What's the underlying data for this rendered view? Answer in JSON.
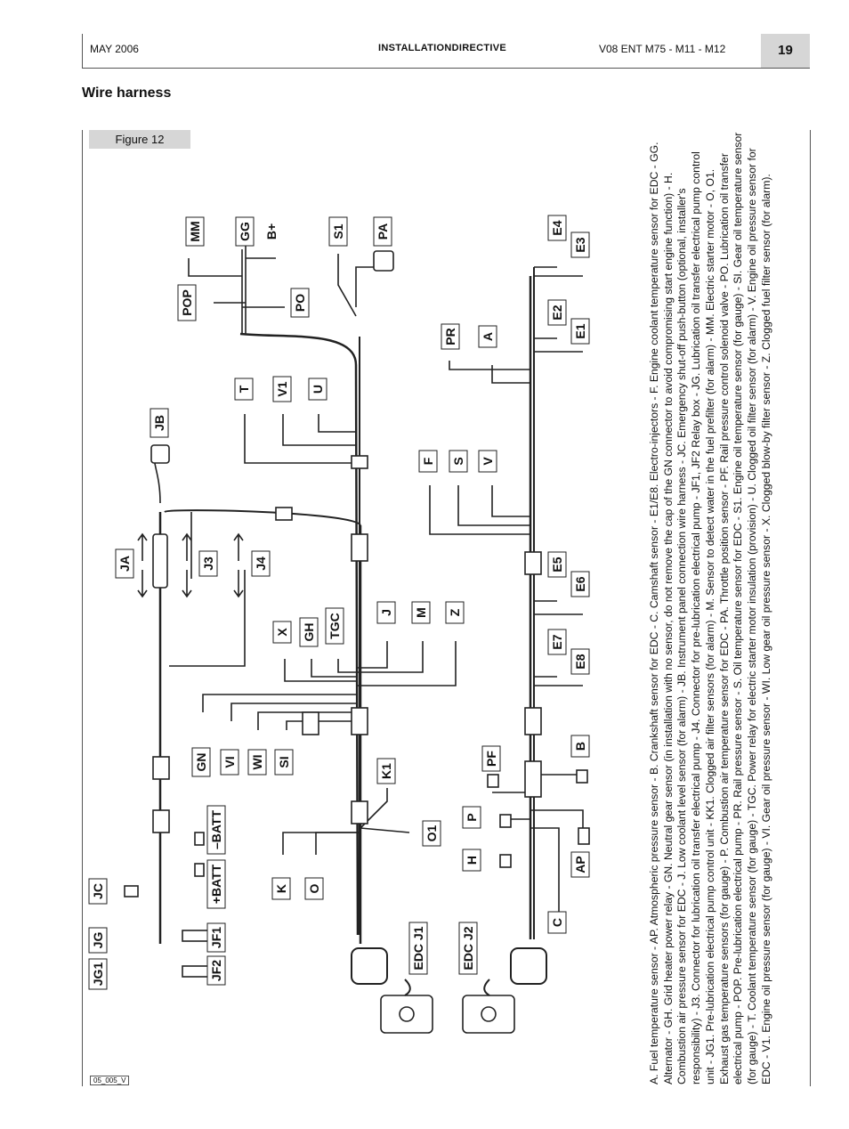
{
  "header": {
    "date": "MAY 2006",
    "title": "INSTALLATIONDIRECTIVE",
    "code": "V08 ENT M75 - M11 - M12",
    "page": "19"
  },
  "section_title": "Wire harness",
  "figure_label": "Figure 12",
  "figure_code": "05_005_V",
  "legend": "A. Fuel temperature sensor - AP. Atmospheric pressure sensor - B. Crankshaft sensor for EDC - C. Camshaft sensor - E1/E8. Electro-injectors - F. Engine coolant temperature sensor for EDC - GG. Alternator - GH. Grid heater power relay - GN. Neutral gear sensor (in installation with no sensor, do not remove the cap of the GN connector to avoid compromising start engine function) - H. Combustion air pressure sensor for EDC - J. Low coolant level sensor (for alarm) - JB. Instrument panel connection wire harness - JC. Emergency shut-off push-button (optional, installer's responsibility) - J3. Connector for lubrication oil transfer electrical pump - J4. Connector for pre-lubrication electrical pump - JF1, JF2 Relay box - JG. Lubrication oil transfer electrical pump control unit - JG1. Pre-lubrication electrical pump control unit - KK1. Clogged air filter sensors (for alarm) - M. Sensor to detect water in the fuel prefilter (for alarm) - MM. Electric starter motor - O, O1. Exhaust gas temperature sensors (for gauge) - P. Combustion air temperature sensor for EDC - PA. Throttle position sensor - PF. Rail pressure control solenoid valve - PO. Lubrication oil transfer electrical pump - POP. Pre-lubrication electrical pump - PR. Rail pressure sensor - S. Oil temperature sensor for EDC - S1. Engine oil temperature sensor (for gauge) - SI. Gear oil temperature sensor (for gauge) - T. Coolant temperature sensor (for gauge) - TGC. Power relay for electric starter motor insulation (provision) - U. Clogged oil filter sensor (for alarm) - V. Engine oil pressure sensor for EDC - V1. Engine oil pressure sensor (for gauge) - VI. Gear oil pressure sensor - WI. Low gear oil pressure sensor - X. Clogged blow-by filter sensor - Z. Clogged fuel filter sensor (for alarm).",
  "labels": {
    "MM": "MM",
    "GG": "GG",
    "Bplus": "B+",
    "S1": "S1",
    "PA": "PA",
    "POP": "POP",
    "PO": "PO",
    "JB": "JB",
    "T": "T",
    "V1": "V1",
    "U": "U",
    "E4": "E4",
    "E3": "E3",
    "E2": "E2",
    "E1": "E1",
    "PR": "PR",
    "A": "A",
    "F": "F",
    "S": "S",
    "V": "V",
    "JA": "JA",
    "J3": "J3",
    "J4": "J4",
    "E5": "E5",
    "E6": "E6",
    "X": "X",
    "GH": "GH",
    "TGC": "TGC",
    "J": "J",
    "M": "M",
    "Z": "Z",
    "E7": "E7",
    "E8": "E8",
    "GN": "GN",
    "VI": "VI",
    "WI": "WI",
    "SI": "SI",
    "K1": "K1",
    "PF": "PF",
    "B": "B",
    "JC": "JC",
    "JG": "JG",
    "JG1": "JG1",
    "JF1": "JF1",
    "JF2": "JF2",
    "BATTplus": "+BATT",
    "BATTminus": "–BATT",
    "K": "K",
    "O": "O",
    "O1": "O1",
    "P": "P",
    "H": "H",
    "AP": "AP",
    "C": "C",
    "EDCJ1": "EDC J1",
    "EDCJ2": "EDC J2"
  }
}
